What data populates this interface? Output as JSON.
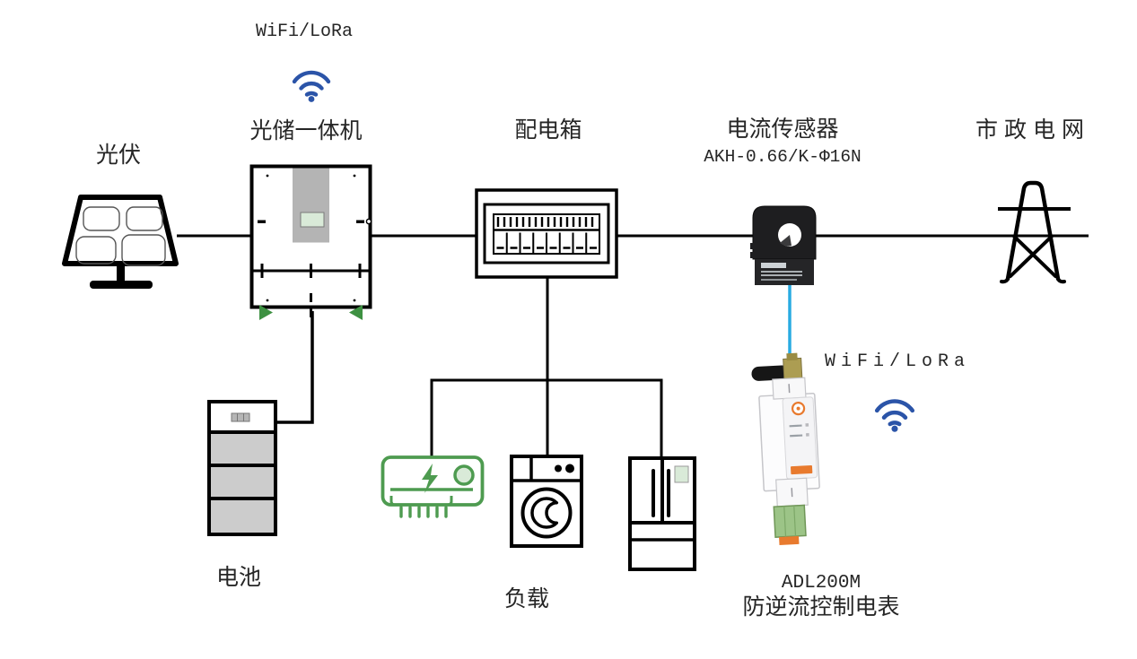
{
  "diagram": {
    "labels": {
      "wifi_top": "WiFi/LoRa",
      "wifi_right": "WiFi/LoRa",
      "pv": "光伏",
      "inverter": "光储一体机",
      "distribution_box": "配电箱",
      "current_sensor": "电流传感器",
      "current_sensor_model": "AKH-0.66/K-Φ16N",
      "grid": "市政电网",
      "battery": "电池",
      "load": "负载",
      "meter_model": "ADL200M",
      "meter_name": "防逆流控制电表"
    },
    "icons": [
      "wifi-icon",
      "solar-panel-icon",
      "inverter-icon",
      "distribution-box-icon",
      "current-sensor-icon",
      "grid-tower-icon",
      "battery-icon",
      "air-conditioner-icon",
      "washing-machine-icon",
      "refrigerator-icon",
      "energy-meter-icon"
    ],
    "colors": {
      "line_black": "#000000",
      "wifi_blue": "#2B54A8",
      "ct_wire_blue": "#29ABE2",
      "device_green": "#4E9B50",
      "triangle_green": "#3E9142",
      "screen_green": "#D9EAD8",
      "panel_gray": "#B4B4B4",
      "battery_gray": "#CCCCCC",
      "accent_orange": "#E87A2E",
      "antenna_brass": "#AC9D52",
      "terminal_green": "#9CC487"
    }
  }
}
